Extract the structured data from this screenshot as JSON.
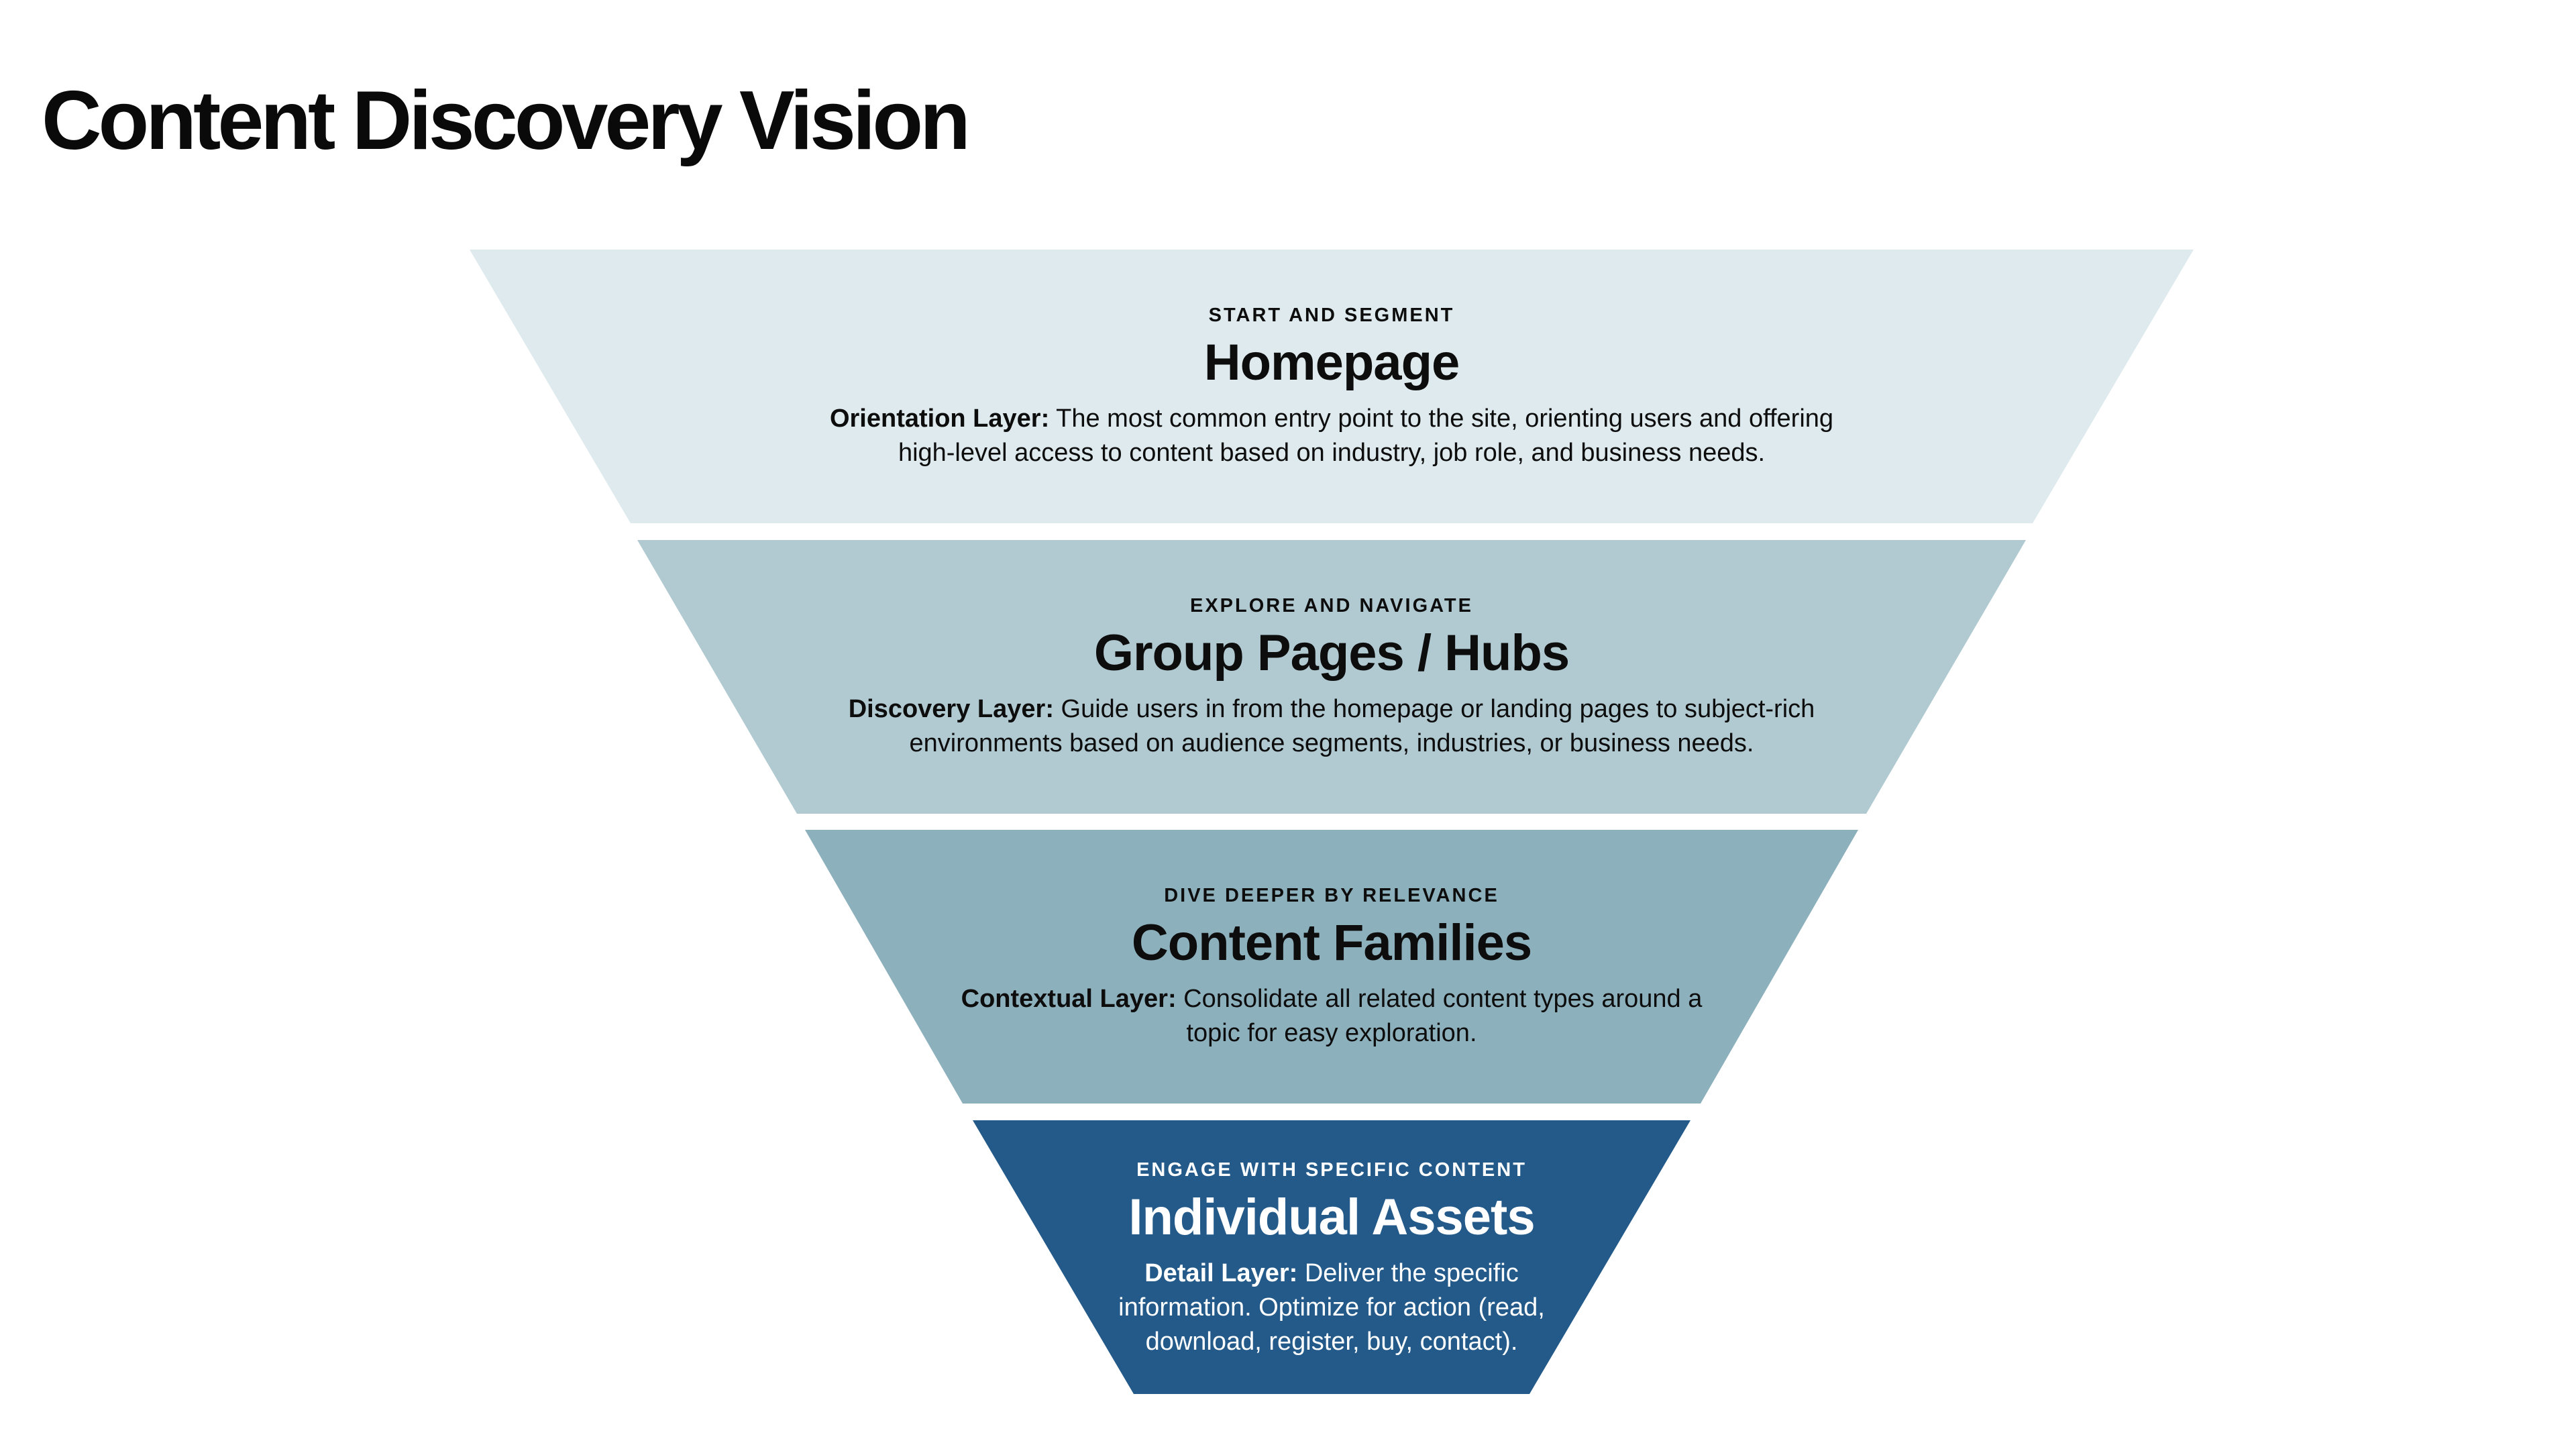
{
  "title": "Content Discovery Vision",
  "colors": {
    "layer1": "#deeaed",
    "layer2": "#b1cad2",
    "layer3": "#8db0bd",
    "layer4": "#235a89",
    "text_dark": "#0d0d0d",
    "text_light": "#ffffff"
  },
  "layers": [
    {
      "eyebrow": "START AND SEGMENT",
      "title": "Homepage",
      "label": "Orientation Layer:",
      "desc_line1": " The most common entry point to the site, orienting users and offering",
      "desc_line2": "high-level access to content based on industry, job role, and business needs."
    },
    {
      "eyebrow": "EXPLORE AND NAVIGATE",
      "title": "Group Pages / Hubs",
      "label": "Discovery Layer:",
      "desc_line1": " Guide users in from the homepage or landing pages to subject-rich",
      "desc_line2": "environments based on audience segments, industries, or business needs."
    },
    {
      "eyebrow": "DIVE DEEPER BY RELEVANCE",
      "title": "Content Families",
      "label": "Contextual Layer:",
      "desc_line1": " Consolidate all related content types around a",
      "desc_line2": "topic for easy exploration."
    },
    {
      "eyebrow": "ENGAGE WITH SPECIFIC CONTENT",
      "title": "Individual Assets",
      "label": "Detail Layer:",
      "desc_line1": " Deliver the specific",
      "desc_line2": "information. Optimize for action (read,",
      "desc_line3": "download, register, buy, contact)."
    }
  ]
}
